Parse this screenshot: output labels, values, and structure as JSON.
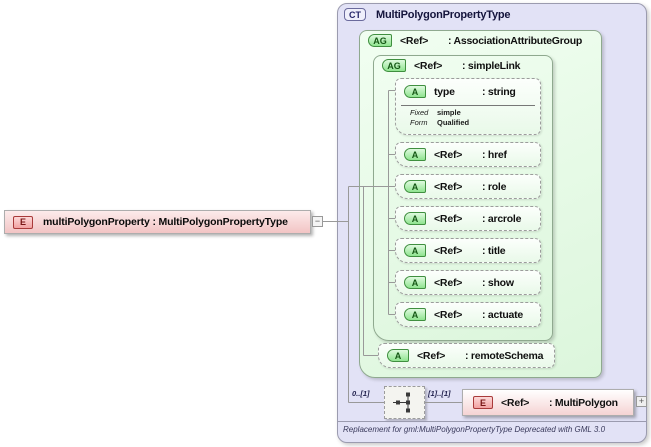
{
  "diagram": {
    "complex_type": {
      "badge": "CT",
      "name": "MultiPolygonPropertyType",
      "footer": "Replacement for gml:MultiPolygonPropertyType Deprecated with GML 3.0"
    },
    "main_element": {
      "badge": "E",
      "label": "multiPolygonProperty : MultiPolygonPropertyType",
      "collapse_glyph": "−"
    },
    "association_group": {
      "badge": "AG",
      "ref": "<Ref>",
      "name": ": AssociationAttributeGroup"
    },
    "simple_link": {
      "badge": "AG",
      "ref": "<Ref>",
      "name": ": simpleLink"
    },
    "type_attribute": {
      "badge": "A",
      "name": "type",
      "type": ": string",
      "facets": [
        {
          "label": "Fixed",
          "value": "simple"
        },
        {
          "label": "Form",
          "value": "Qualified"
        }
      ]
    },
    "attributes": [
      {
        "badge": "A",
        "ref": "<Ref>",
        "name": ": href"
      },
      {
        "badge": "A",
        "ref": "<Ref>",
        "name": ": role"
      },
      {
        "badge": "A",
        "ref": "<Ref>",
        "name": ": arcrole"
      },
      {
        "badge": "A",
        "ref": "<Ref>",
        "name": ": title"
      },
      {
        "badge": "A",
        "ref": "<Ref>",
        "name": ": show"
      },
      {
        "badge": "A",
        "ref": "<Ref>",
        "name": ": actuate"
      }
    ],
    "remote_schema": {
      "badge": "A",
      "ref": "<Ref>",
      "name": ": remoteSchema"
    },
    "sequence": {
      "min_occurs": "0..[1]",
      "occurs": "[1]..[1]"
    },
    "multipolygon_element": {
      "badge": "E",
      "ref": "<Ref>",
      "name": ": MultiPolygon",
      "expand_glyph": "+"
    },
    "colors": {
      "element_pink": "#F2A2A2",
      "attribute_green": "#8FE48F",
      "complex_type_lavender": "#E2E2F6"
    }
  }
}
